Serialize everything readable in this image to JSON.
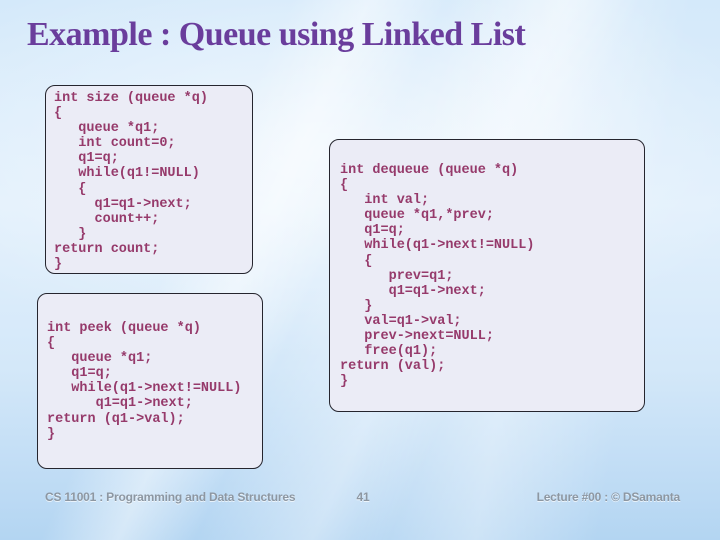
{
  "slide": {
    "title": "Example : Queue using Linked List"
  },
  "colors": {
    "title_purple": "#6a3d9c",
    "code_plum": "#963a6b",
    "box_background": "#ebecf6",
    "box_border": "#25252e",
    "footer_gray": "#8d97a2",
    "background_blue_top": "#d4e9fa",
    "background_blue_bottom": "#b3d5f2"
  },
  "code_boxes": [
    {
      "name": "size-function",
      "lines": [
        "int size (queue *q)",
        "{",
        "   queue *q1;",
        "   int count=0;",
        "   q1=q;",
        "   while(q1!=NULL)",
        "   {",
        "     q1=q1->next;",
        "     count++;",
        "   }",
        "return count;",
        "}"
      ]
    },
    {
      "name": "peek-function",
      "lines": [
        "int peek (queue *q)",
        "{",
        "   queue *q1;",
        "   q1=q;",
        "   while(q1->next!=NULL)",
        "      q1=q1->next;",
        "return (q1->val);",
        "}"
      ]
    },
    {
      "name": "dequeue-function",
      "lines": [
        "int dequeue (queue *q)",
        "{",
        "   int val;",
        "   queue *q1,*prev;",
        "   q1=q;",
        "   while(q1->next!=NULL)",
        "   {",
        "      prev=q1;",
        "      q1=q1->next;",
        "   }",
        "   val=q1->val;",
        "   prev->next=NULL;",
        "   free(q1);",
        "return (val);",
        "}"
      ]
    }
  ],
  "footer": {
    "course": "CS 11001 : Programming and Data Structures",
    "page_number": "41",
    "lecture": "Lecture #00 : © DSamanta"
  }
}
